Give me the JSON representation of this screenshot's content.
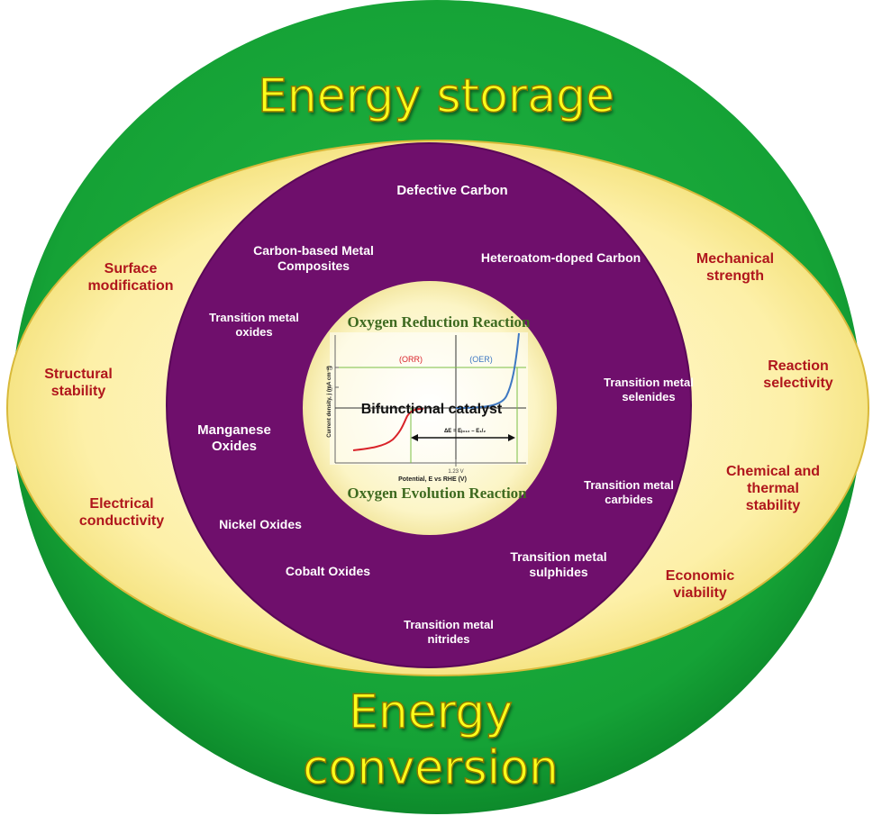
{
  "outer": {
    "top_title": "Energy storage",
    "bottom_title": "Energy conversion",
    "colors": {
      "outer": "#17a437",
      "ellipse": "#fdf3b3",
      "ring": "#6f0f6c",
      "center": "#fcf6c8",
      "big_text": "#ffff1a",
      "prop_text": "#b0161c"
    }
  },
  "properties": [
    {
      "id": "surface-modification",
      "text": "Surface\nmodification"
    },
    {
      "id": "structural-stability",
      "text": "Structural\nstability"
    },
    {
      "id": "electrical-conductivity",
      "text": "Electrical\nconductivity"
    },
    {
      "id": "mechanical-strength",
      "text": "Mechanical\nstrength"
    },
    {
      "id": "reaction-selectivity",
      "text": "Reaction\nselectivity"
    },
    {
      "id": "chemical-thermal-stability",
      "text": "Chemical and\nthermal\nstability"
    },
    {
      "id": "economic-viability",
      "text": "Economic\nviability"
    }
  ],
  "materials": [
    {
      "id": "defective-carbon",
      "text": "Defective Carbon"
    },
    {
      "id": "carbon-metal-composites",
      "text": "Carbon-based Metal\nComposites"
    },
    {
      "id": "heteroatom-doped-carbon",
      "text": "Heteroatom-doped Carbon"
    },
    {
      "id": "tm-oxides",
      "text": "Transition  metal\noxides"
    },
    {
      "id": "tm-selenides",
      "text": "Transition  metal\nselenides"
    },
    {
      "id": "manganese-oxides",
      "text": "Manganese\nOxides"
    },
    {
      "id": "tm-carbides",
      "text": "Transition  metal\ncarbides"
    },
    {
      "id": "nickel-oxides",
      "text": "Nickel Oxides"
    },
    {
      "id": "cobalt-oxides",
      "text": "Cobalt Oxides"
    },
    {
      "id": "tm-sulphides",
      "text": "Transition metal\nsulphides"
    },
    {
      "id": "tm-nitrides",
      "text": "Transition  metal\nnitrides"
    }
  ],
  "center": {
    "top": "Oxygen Reduction Reaction",
    "bottom": "Oxygen Evolution Reaction",
    "catalyst": "Bifunctional catalyst"
  },
  "chart": {
    "orr_label": "(ORR)",
    "oer_label": "(OER)",
    "ylabel": "Current density, j (mA cm⁻²)",
    "xlabel": "Potential, E vs RHE (V)",
    "x_tick": "1.23 V",
    "y_ticks": [
      "10",
      "5"
    ],
    "delta_label": "ΔE = Eⱼ₌₁₀ – E₁/₂",
    "colors": {
      "orr": "#d9232a",
      "oer": "#3e78c2",
      "guide": "#7bbf44"
    }
  }
}
